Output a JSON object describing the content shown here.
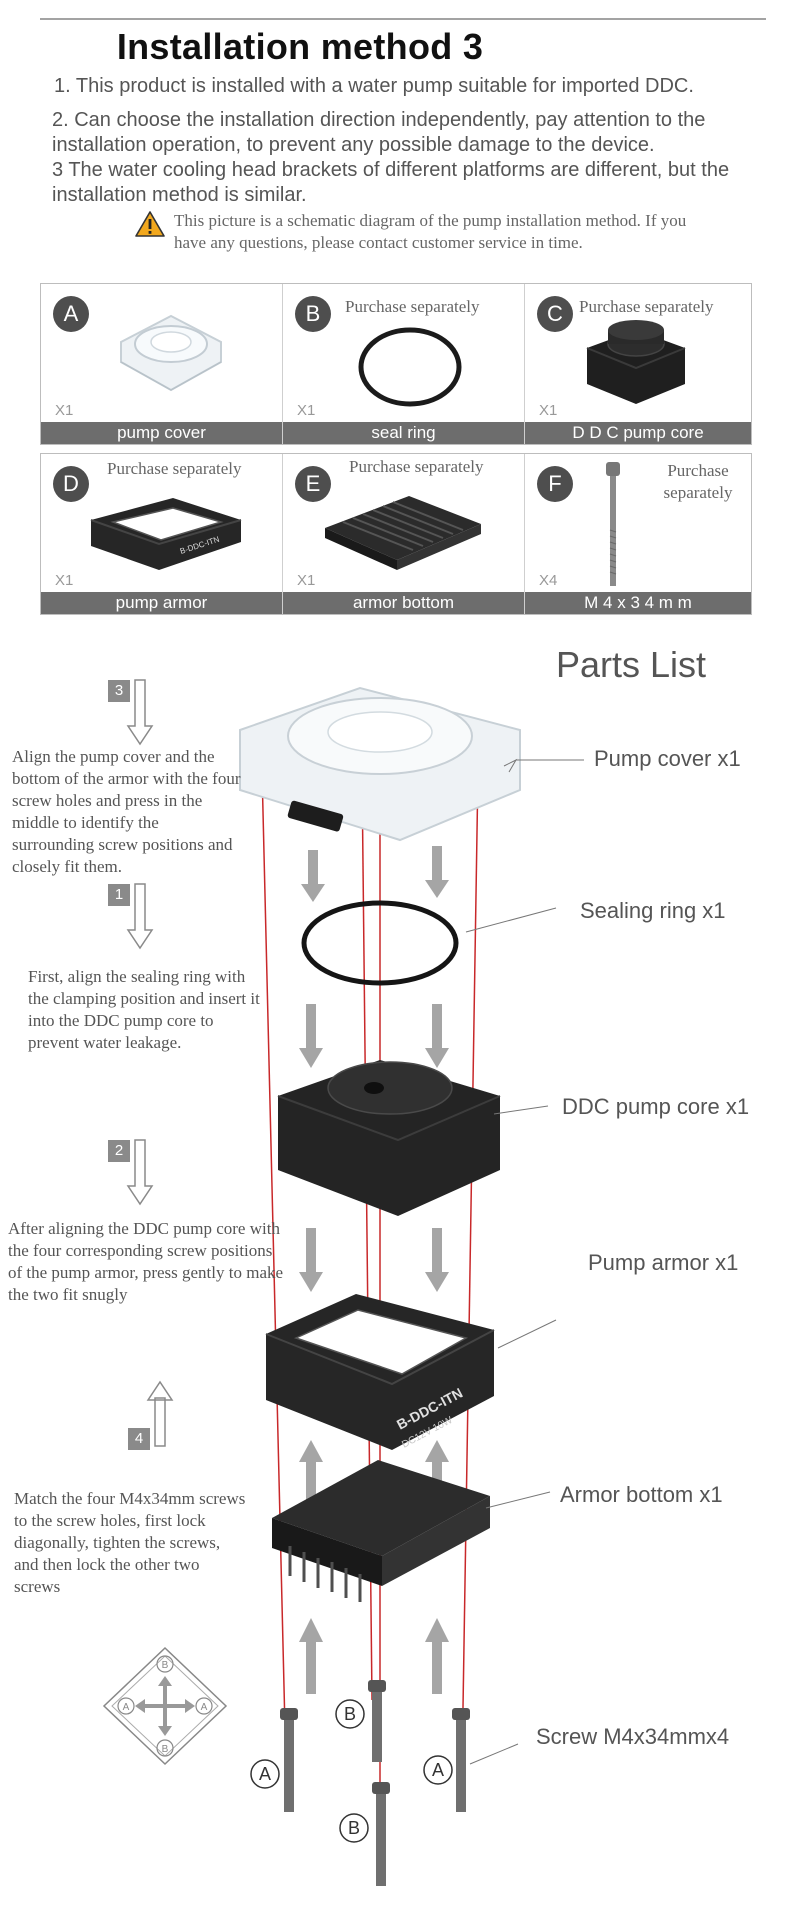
{
  "title": "Installation method 3",
  "intro": {
    "line1": "1. This product is installed with a water pump suitable for imported DDC.",
    "line2": "2. Can choose the installation direction independently, pay attention to the installation operation, to prevent any possible damage to the device.",
    "line3": "3 The water cooling head brackets of different platforms are different, but the installation method is similar."
  },
  "note": "This picture is a schematic diagram of the pump installation method. If you have any questions, please contact customer service in time.",
  "parts_row1": [
    {
      "letter": "A",
      "purchase": "",
      "qty": "X1",
      "name": "pump cover"
    },
    {
      "letter": "B",
      "purchase": "Purchase separately",
      "qty": "X1",
      "name": "seal ring"
    },
    {
      "letter": "C",
      "purchase": "Purchase separately",
      "qty": "X1",
      "name": "D  D  C  pump core"
    }
  ],
  "parts_row2": [
    {
      "letter": "D",
      "purchase": "Purchase separately",
      "qty": "X1",
      "name": "pump armor"
    },
    {
      "letter": "E",
      "purchase": "Purchase separately",
      "qty": "X1",
      "name": "armor bottom"
    },
    {
      "letter": "F",
      "purchase": "Purchase separately",
      "qty": "X4",
      "name": "M 4 x 3 4 m m"
    }
  ],
  "diagram": {
    "heading": "Parts List",
    "labels": {
      "pump_cover": "Pump cover x1",
      "sealing_ring": "Sealing ring x1",
      "ddc_core": "DDC pump core x1",
      "pump_armor": "Pump armor x1",
      "armor_bottom": "Armor bottom x1",
      "screw": "Screw M4x34mmx4"
    },
    "steps": {
      "s3": "3",
      "s1": "1",
      "s2": "2",
      "s4": "4"
    },
    "instructions": {
      "step3": "Align the pump cover and the bottom of the armor with the four screw holes and press in the middle to identify the surrounding screw positions and closely fit them.",
      "step1": "First, align the sealing ring with the clamping position and insert it into the DDC pump core to prevent water leakage.",
      "step2": "After aligning the DDC pump core with the four corresponding screw positions of the pump armor, press gently to make the two fit snugly",
      "step4": "Match the four M4x34mm screws to the screw holes, first lock diagonally, tighten the screws, and then lock the other two screws"
    },
    "screw_letters": {
      "a": "A",
      "b": "B"
    },
    "armor_print": {
      "model": "B-DDC-ITN",
      "spec": "DC12V  10W"
    }
  },
  "colors": {
    "accent_red": "#c8282a",
    "bar_gray": "#6d6d6d",
    "warning": "#f2a81e"
  }
}
